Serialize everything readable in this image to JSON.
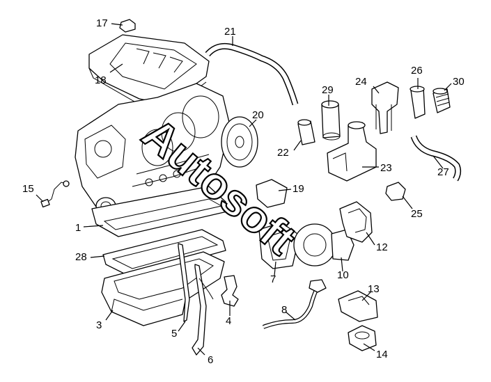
{
  "watermark": "Autosoft",
  "callouts": {
    "c1": "1",
    "c3": "3",
    "c4": "4",
    "c5": "5",
    "c6": "6",
    "c7": "7",
    "c8": "8",
    "c10": "10",
    "c12": "12",
    "c13": "13",
    "c14": "14",
    "c15": "15",
    "c17": "17",
    "c18": "18",
    "c19": "19",
    "c20": "20",
    "c21": "21",
    "c22": "22",
    "c23": "23",
    "c24": "24",
    "c25": "25",
    "c26": "26",
    "c27": "27",
    "c28": "28",
    "c29": "29",
    "c30": "30"
  }
}
